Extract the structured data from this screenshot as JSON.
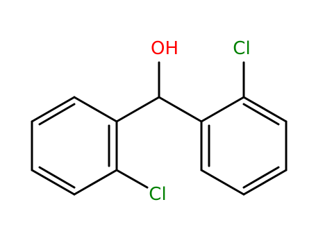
{
  "structure": {
    "atoms": {
      "hydroxyl": {
        "text": "OH",
        "color": "#ff0000"
      },
      "chlorine_right_ring": {
        "text": "Cl",
        "color": "#008000"
      },
      "chlorine_left_ring": {
        "text": "Cl",
        "color": "#008000"
      }
    },
    "bond_color": "#000000"
  }
}
